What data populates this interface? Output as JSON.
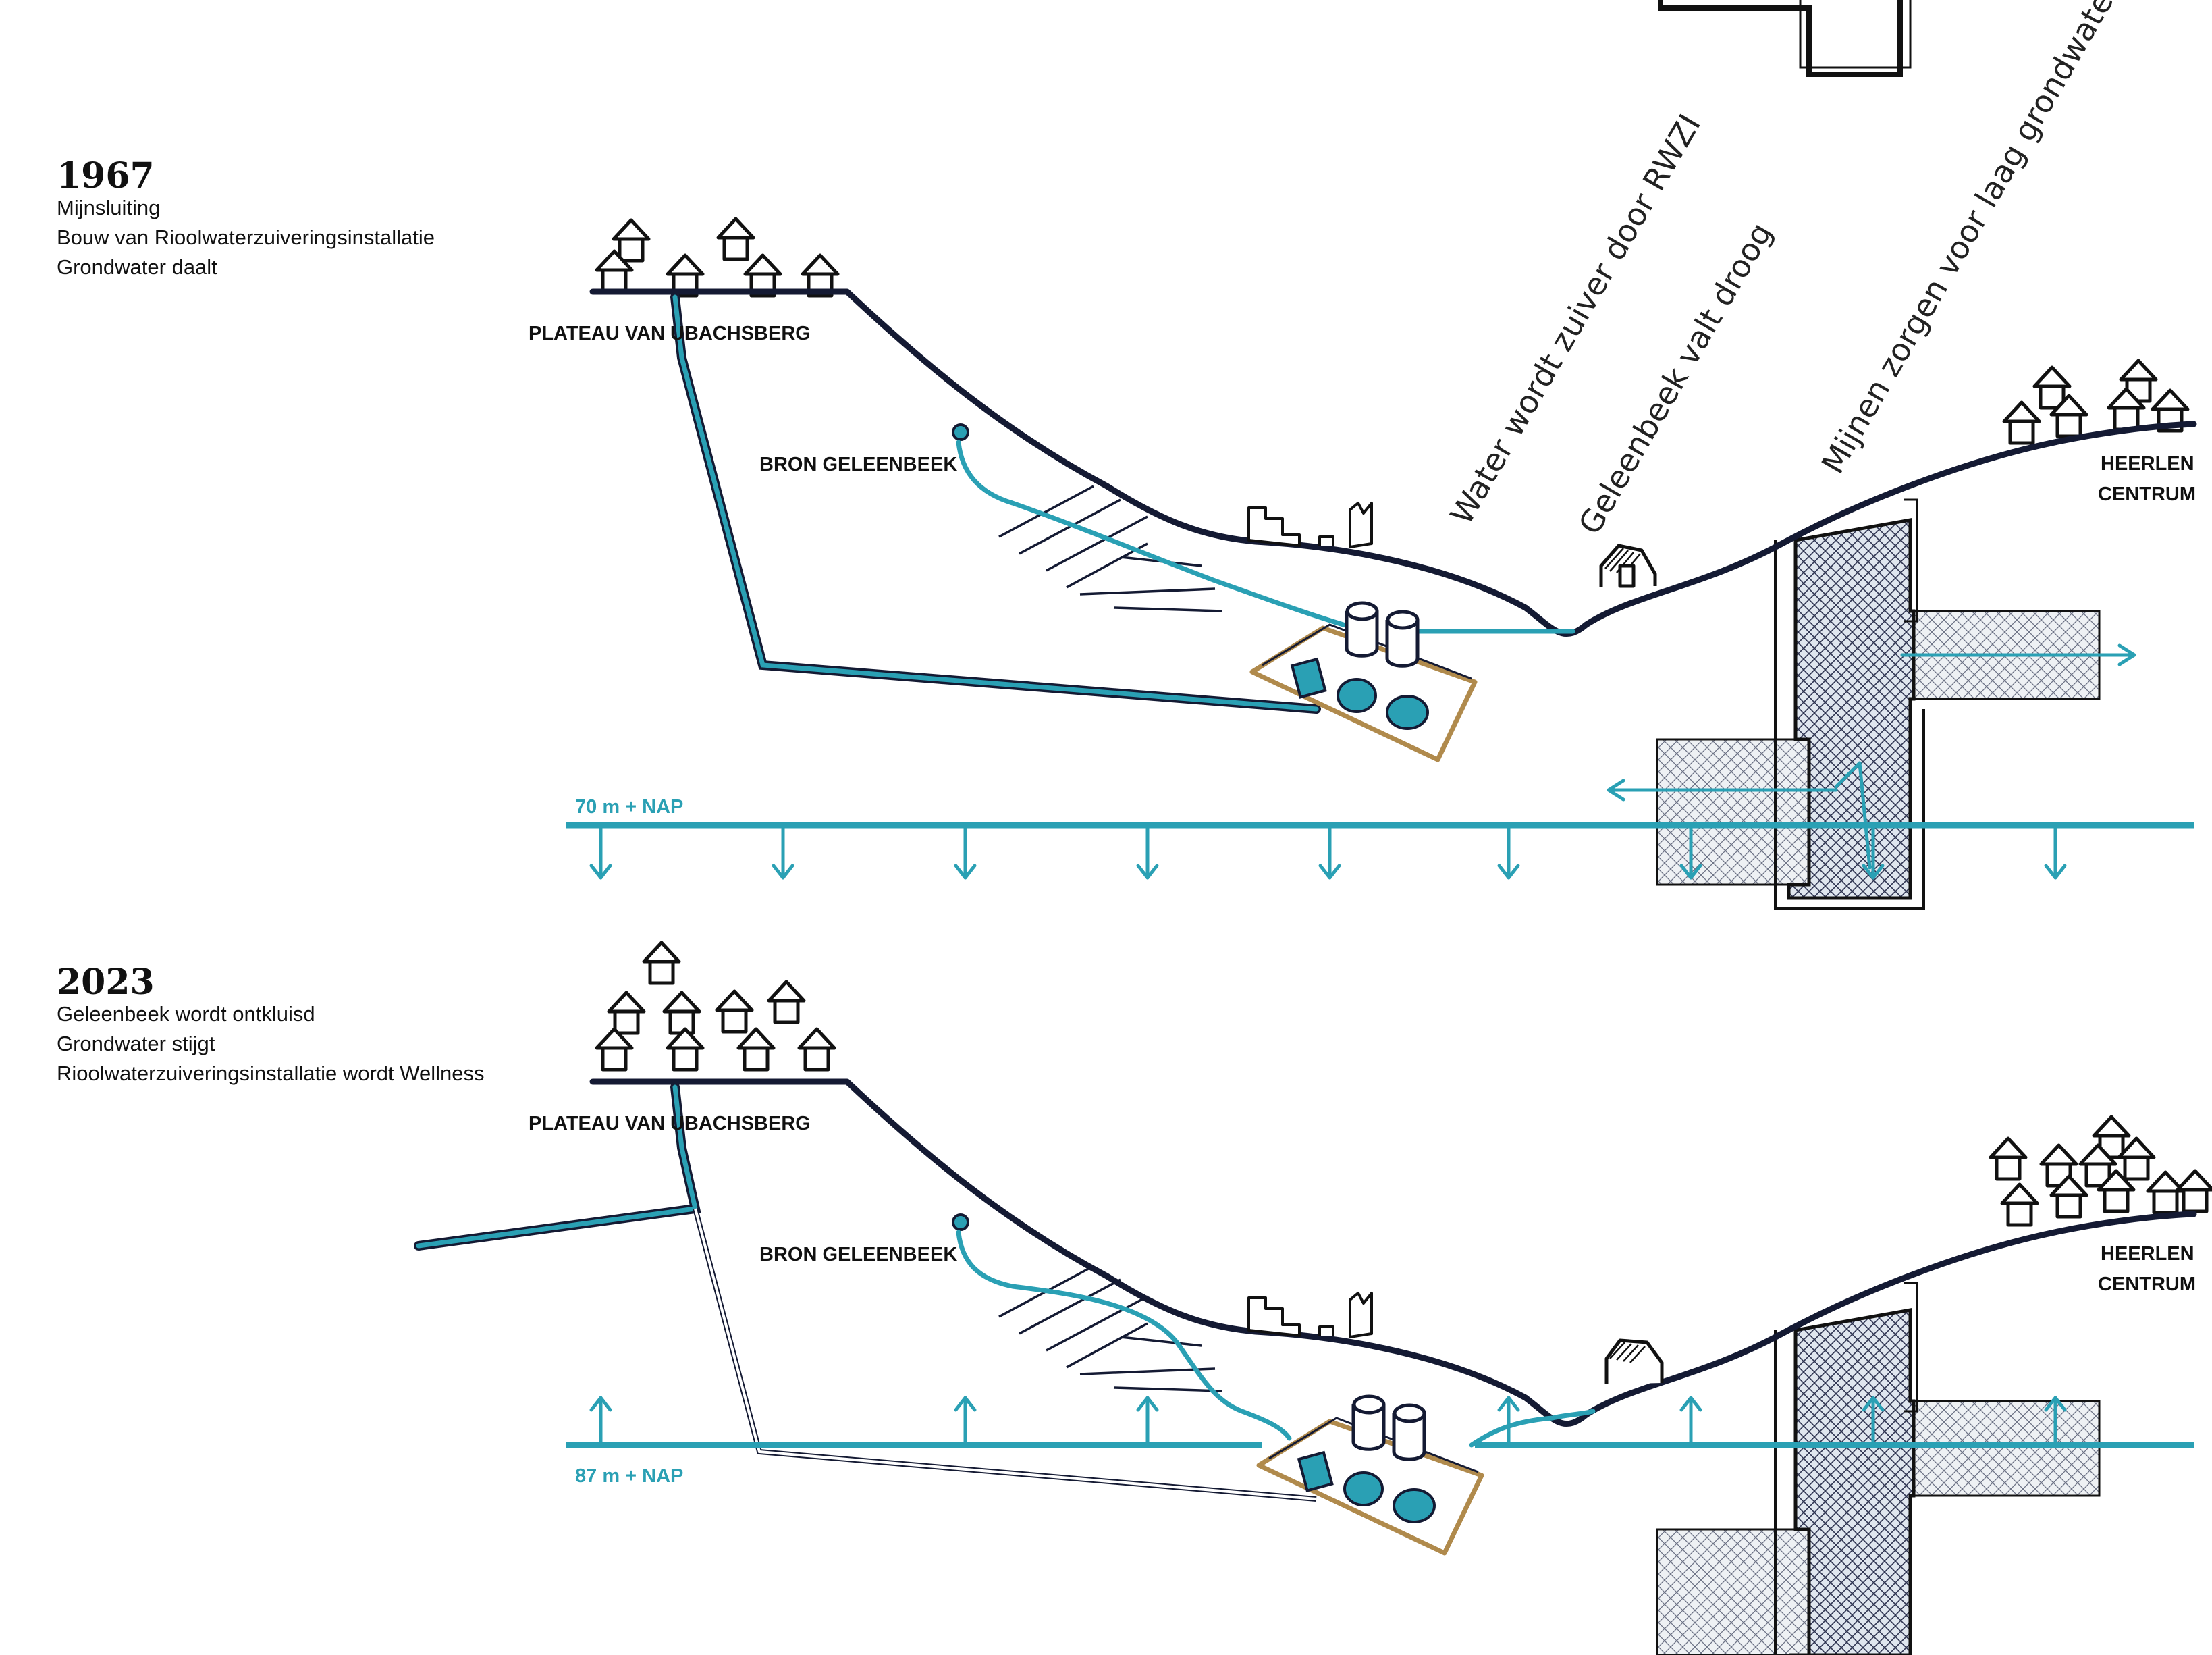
{
  "panel_1967": {
    "year": "1967",
    "lines": [
      "Mijnsluiting",
      "Bouw van Rioolwaterzuiveringsinstallatie",
      "Grondwater daalt"
    ],
    "label_plateau": "PLATEAU VAN UBACHSBERG",
    "label_source": "BRON GELEENBEEK",
    "label_city_1": "HEERLEN",
    "label_city_2": "CENTRUM",
    "groundwater_level": "70 m + NAP",
    "groundwater_trend": "falling"
  },
  "panel_2023": {
    "year": "2023",
    "lines": [
      "Geleenbeek wordt ontkluisd",
      "Grondwater stijgt",
      "Rioolwaterzuiveringsinstallatie wordt Wellness"
    ],
    "label_plateau": "PLATEAU VAN UBACHSBERG",
    "label_source": "BRON GELEENBEEK",
    "label_city_1": "HEERLEN",
    "label_city_2": "CENTRUM",
    "groundwater_level": "87 m + NAP",
    "groundwater_trend": "rising"
  },
  "annotations": [
    "Water wordt zuiver door RWZI",
    "Geleenbeek valt droog",
    "Mijnen zorgen voor laag grondwater"
  ],
  "colors": {
    "water": "#2aa0b4",
    "ground": "#141a33",
    "treatment_plant_outline": "#b08a4c"
  }
}
